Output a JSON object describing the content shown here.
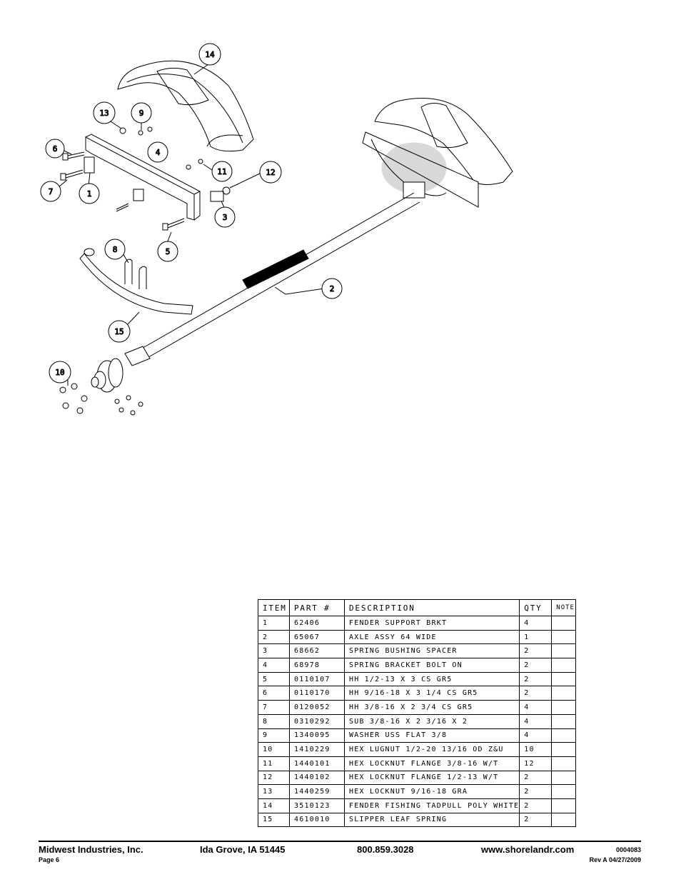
{
  "diagram": {
    "callouts": [
      {
        "number": "14"
      },
      {
        "number": "13"
      },
      {
        "number": "9"
      },
      {
        "number": "6"
      },
      {
        "number": "4"
      },
      {
        "number": "11"
      },
      {
        "number": "12"
      },
      {
        "number": "7"
      },
      {
        "number": "1"
      },
      {
        "number": "3"
      },
      {
        "number": "5"
      },
      {
        "number": "8"
      },
      {
        "number": "2"
      },
      {
        "number": "15"
      },
      {
        "number": "10"
      }
    ]
  },
  "parts_table": {
    "headers": {
      "item": "ITEM",
      "part": "PART #",
      "description": "DESCRIPTION",
      "qty": "QTY",
      "note": "NOTE"
    },
    "rows": [
      {
        "item": "1",
        "part": "62406",
        "description": "FENDER SUPPORT BRKT",
        "qty": "4",
        "note": ""
      },
      {
        "item": "2",
        "part": "65067",
        "description": "AXLE ASSY 64 WIDE",
        "qty": "1",
        "note": ""
      },
      {
        "item": "3",
        "part": "68662",
        "description": "SPRING BUSHING SPACER",
        "qty": "2",
        "note": ""
      },
      {
        "item": "4",
        "part": "68978",
        "description": "SPRING BRACKET BOLT ON",
        "qty": "2",
        "note": ""
      },
      {
        "item": "5",
        "part": "0110107",
        "description": "HH 1/2-13 X 3 CS GR5",
        "qty": "2",
        "note": ""
      },
      {
        "item": "6",
        "part": "0110170",
        "description": "HH 9/16-18 X 3 1/4 CS GR5",
        "qty": "2",
        "note": ""
      },
      {
        "item": "7",
        "part": "0120052",
        "description": "HH 3/8-16 X 2 3/4 CS GR5",
        "qty": "4",
        "note": ""
      },
      {
        "item": "8",
        "part": "0310292",
        "description": "SUB 3/8-16 X 2 3/16 X 2",
        "qty": "4",
        "note": ""
      },
      {
        "item": "9",
        "part": "1340095",
        "description": "WASHER USS FLAT 3/8",
        "qty": "4",
        "note": ""
      },
      {
        "item": "10",
        "part": "1410229",
        "description": "HEX LUGNUT 1/2-20 13/16 OD Z&U",
        "qty": "10",
        "note": ""
      },
      {
        "item": "11",
        "part": "1440101",
        "description": "HEX LOCKNUT FLANGE 3/8-16 W/T",
        "qty": "12",
        "note": ""
      },
      {
        "item": "12",
        "part": "1440102",
        "description": "HEX LOCKNUT FLANGE 1/2-13 W/T",
        "qty": "2",
        "note": ""
      },
      {
        "item": "13",
        "part": "1440259",
        "description": "HEX LOCKNUT 9/16-18 GRA",
        "qty": "2",
        "note": ""
      },
      {
        "item": "14",
        "part": "3510123",
        "description": "FENDER  FISHING TADPULL POLY WHITE",
        "qty": "2",
        "note": ""
      },
      {
        "item": "15",
        "part": "4610010",
        "description": "SLIPPER LEAF SPRING",
        "qty": "2",
        "note": ""
      }
    ]
  },
  "footer": {
    "company": "Midwest Industries, Inc.",
    "location": "Ida Grove, IA  51445",
    "phone": "800.859.3028",
    "website": "www.shorelandr.com",
    "doc_number": "0004083",
    "page": "Page 6",
    "revision": "Rev  A  04/27/2009"
  }
}
